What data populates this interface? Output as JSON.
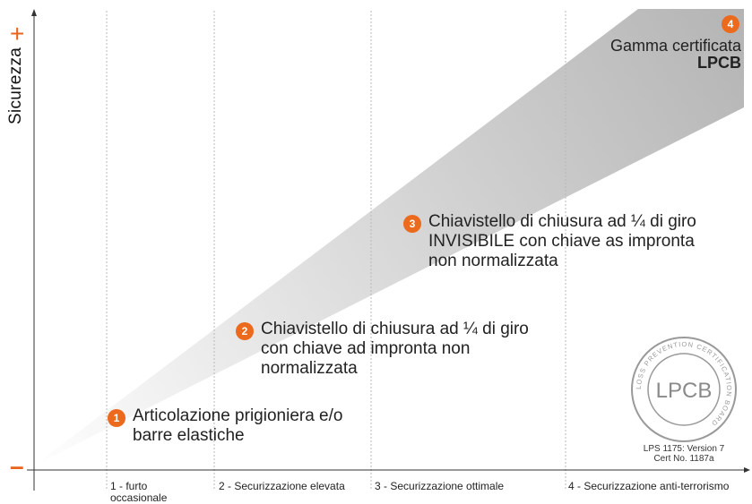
{
  "axis": {
    "y_label": "Sicurezza",
    "plus_sign": "+",
    "minus_sign": "–"
  },
  "steps": [
    {
      "number": "1",
      "text": "Articolazione prigioniera e/o barre elastiche"
    },
    {
      "number": "2",
      "text": "Chiavistello di chiusura ad ¼ di giro con chiave ad impronta non normalizzata"
    },
    {
      "number": "3",
      "text": "Chiavistello di chiusura ad ¼ di giro INVISIBILE con chiave as impronta non normalizzata"
    },
    {
      "number": "4",
      "line1": "Gamma certificata",
      "line2": "LPCB"
    }
  ],
  "categories": [
    "1 - furto occasionale",
    "2 - Securizzazione elevata",
    "3 - Securizzazione ottimale",
    "4 - Securizzazione anti-terrorismo"
  ],
  "lpcb": {
    "logo_text": "LPCB",
    "ring_text": "LOSS PREVENTION CERTIFICATION BOARD",
    "caption_line1": "LPS 1175: Version 7",
    "caption_line2": "Cert No. 1187a"
  },
  "colors": {
    "accent": "#ec6a1e",
    "wedge_light": "#ffffff",
    "wedge_dark": "#bdbdbd"
  }
}
